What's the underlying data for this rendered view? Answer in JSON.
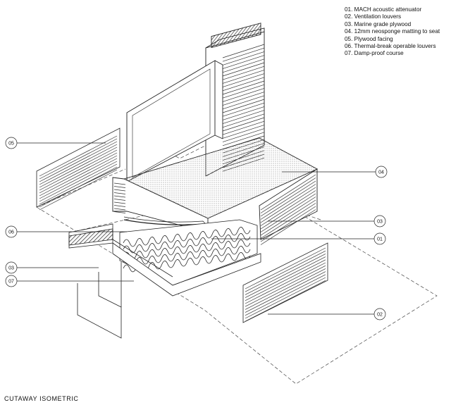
{
  "legend": {
    "items": [
      "01. MACH acoustic attenuator",
      "02. Ventilation louvers",
      "03. Marine grade plywood",
      "04. 12mm neosponge matting to seat",
      "05. Plywood facing",
      "06. Thermal-break operable louvers",
      "07. Damp-proof course"
    ]
  },
  "callouts": [
    {
      "label": "05"
    },
    {
      "label": "04"
    },
    {
      "label": "06"
    },
    {
      "label": "03"
    },
    {
      "label": "01"
    },
    {
      "label": "03"
    },
    {
      "label": "07"
    },
    {
      "label": "02"
    }
  ],
  "caption": "CUTAWAY ISOMETRIC"
}
